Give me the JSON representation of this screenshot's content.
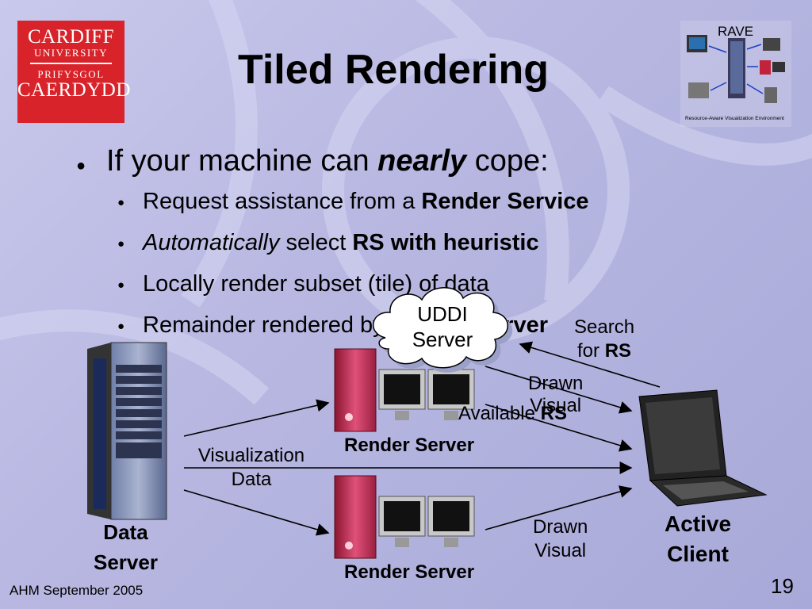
{
  "logo": {
    "line1": "CARDIFF",
    "line2": "UNIVERSITY",
    "line3": "PRIFYSGOL",
    "line4": "CAERDYDD"
  },
  "title": "Tiled Rendering",
  "rave": {
    "label": "RAVE",
    "subtitle": "Resource-Aware Visualization Environment"
  },
  "bullets": {
    "main_prefix": "If your machine can",
    "main_emphasis": "nearly",
    "main_suffix": "cope:",
    "sub1_prefix": "Request assistance from a",
    "sub1_bold": "Render Service",
    "sub2_italic": "Automatically",
    "sub2_middle": "select",
    "sub2_bold": "RS with heuristic",
    "sub3": "Locally render subset (tile) of data",
    "sub4_prefix": "Remainder rendered by",
    "sub4_bold": "Render Server"
  },
  "diagram": {
    "uddi_line1": "UDDI",
    "uddi_line2": "Server",
    "search_line1": "Search",
    "search_line2_prefix": "for",
    "search_line2_bold": "RS",
    "available_prefix": "Available",
    "available_bold": "RS",
    "drawn_visual_top_1": "Drawn",
    "drawn_visual_top_2": "Visual",
    "drawn_visual_bottom_1": "Drawn",
    "drawn_visual_bottom_2": "Visual",
    "viz_data_1": "Visualization",
    "viz_data_2": "Data",
    "render_server_top": "Render Server",
    "render_server_bottom": "Render Server",
    "data_server_1": "Data",
    "data_server_2": "Server",
    "active_client_1": "Active",
    "active_client_2": "Client"
  },
  "footer": {
    "left": "AHM September 2005",
    "page_number": "19"
  }
}
